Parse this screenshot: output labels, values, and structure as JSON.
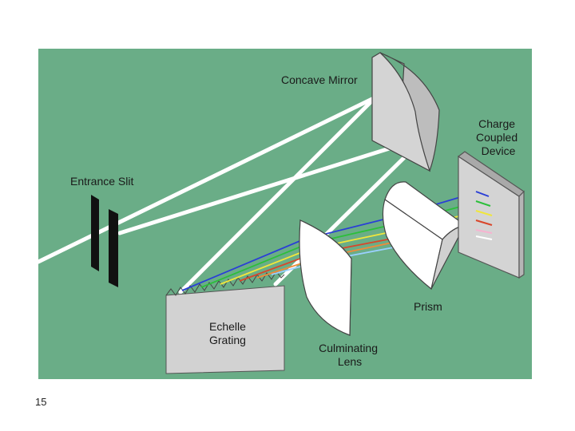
{
  "colors": {
    "panel_bg": "#6aad87",
    "component_fill": "#cfcfcf",
    "lens_fill": "#ffffff",
    "beam": "#ffffff",
    "slit": "#111111",
    "spectrum": [
      "#2a3fd6",
      "#2bbf3a",
      "#f0e63c",
      "#d9462a",
      "#f08a3a",
      "#9ad0ff",
      "#f7b3d0"
    ]
  },
  "labels": {
    "concave_mirror": "Concave Mirror",
    "charge_coupled_device": [
      "Charge",
      "Coupled",
      "Device"
    ],
    "entrance_slit": "Entrance Slit",
    "echelle_grating": [
      "Echelle",
      "Grating"
    ],
    "culminating_lens": [
      "Culminating",
      "Lens"
    ],
    "prism": "Prism"
  },
  "page_number": "15"
}
